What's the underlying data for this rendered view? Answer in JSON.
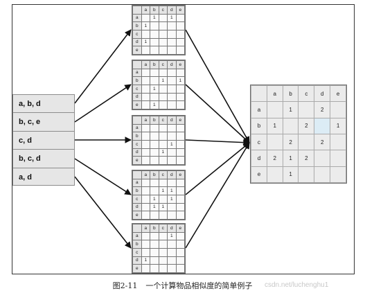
{
  "lists": [
    "a, b, d",
    "b, c, e",
    "c, d",
    "b, c, d",
    "a, d"
  ],
  "header": [
    "",
    "a",
    "b",
    "c",
    "d",
    "e"
  ],
  "rows": [
    "a",
    "b",
    "c",
    "d",
    "e"
  ],
  "small_matrices": [
    {
      "cells": [
        [
          "",
          "1",
          "",
          "1",
          ""
        ],
        [
          "1",
          "",
          "",
          "",
          ""
        ],
        [
          "",
          "",
          "",
          "",
          ""
        ],
        [
          "1",
          "",
          "",
          "",
          ""
        ],
        [
          "",
          "",
          "",
          "",
          ""
        ]
      ]
    },
    {
      "cells": [
        [
          "",
          "",
          "",
          "",
          ""
        ],
        [
          "",
          "",
          "1",
          "",
          "1"
        ],
        [
          "",
          "1",
          "",
          "",
          ""
        ],
        [
          "",
          "",
          "",
          "",
          ""
        ],
        [
          "",
          "1",
          "",
          "",
          ""
        ]
      ]
    },
    {
      "cells": [
        [
          "",
          "",
          "",
          "",
          ""
        ],
        [
          "",
          "",
          "",
          "",
          ""
        ],
        [
          "",
          "",
          "",
          "1",
          ""
        ],
        [
          "",
          "",
          "1",
          "",
          ""
        ],
        [
          "",
          "",
          "",
          "",
          ""
        ]
      ]
    },
    {
      "cells": [
        [
          "",
          "",
          "",
          "",
          ""
        ],
        [
          "",
          "",
          "1",
          "1",
          ""
        ],
        [
          "",
          "1",
          "",
          "1",
          ""
        ],
        [
          "",
          "1",
          "1",
          "",
          ""
        ],
        [
          "",
          "",
          "",
          "",
          ""
        ]
      ]
    },
    {
      "cells": [
        [
          "",
          "",
          "",
          "1",
          ""
        ],
        [
          "",
          "",
          "",
          "",
          ""
        ],
        [
          "",
          "",
          "",
          "",
          ""
        ],
        [
          "1",
          "",
          "",
          "",
          ""
        ],
        [
          "",
          "",
          "",
          "",
          ""
        ]
      ]
    }
  ],
  "result_matrix": {
    "cells": [
      [
        "",
        "1",
        "",
        "2",
        ""
      ],
      [
        "1",
        "",
        "2",
        "",
        "1"
      ],
      [
        "",
        "2",
        "",
        "2",
        ""
      ],
      [
        "2",
        "1",
        "2",
        "",
        ""
      ],
      [
        "",
        "1",
        "",
        "",
        ""
      ]
    ],
    "highlight": [
      1,
      3
    ],
    "highlight_color": "#dcecf5"
  },
  "caption": {
    "figure": "图2-11",
    "text": "一个计算物品相似度的简单例子"
  },
  "watermark": "csdn.net/luchenghu1"
}
